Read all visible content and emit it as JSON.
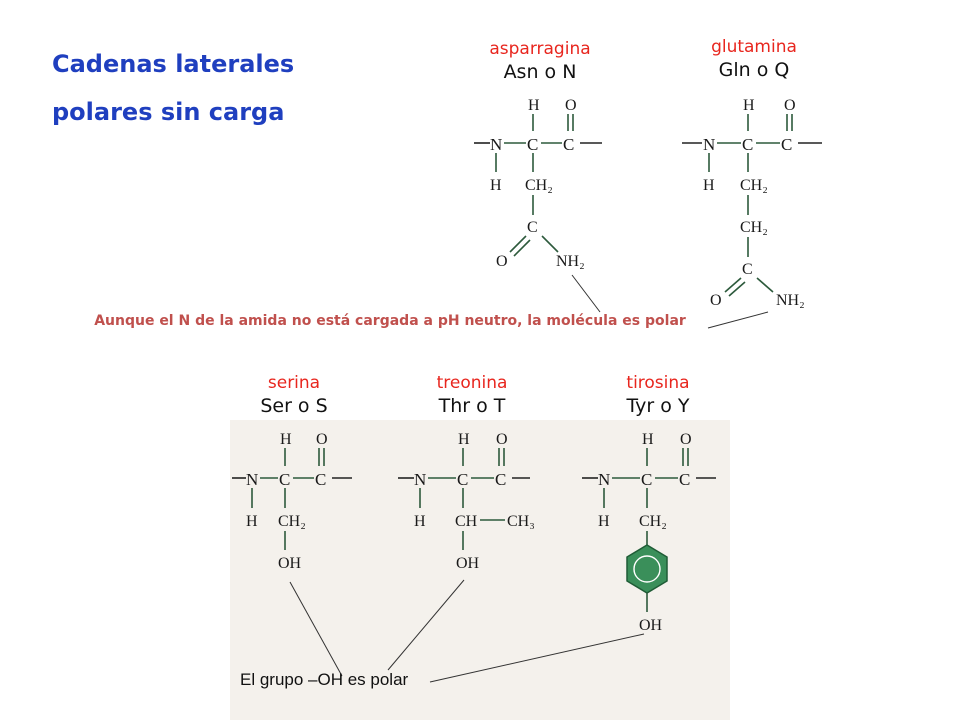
{
  "title": {
    "line1": "Cadenas laterales",
    "line2": "polares sin carga"
  },
  "amino_acids": {
    "asparagine": {
      "name": "asparragina",
      "code": "Asn o N"
    },
    "glutamine": {
      "name": "glutamina",
      "code": "Gln o Q"
    },
    "serine": {
      "name": "serina",
      "code": "Ser o S"
    },
    "threonine": {
      "name": "treonina",
      "code": "Thr o T"
    },
    "tyrosine": {
      "name": "tirosina",
      "code": "Tyr o Y"
    }
  },
  "amide_note": "Aunque el N de la amida no está cargada a pH neutro, la molécula es polar",
  "oh_note": "El grupo –OH es polar",
  "atoms": {
    "H": "H",
    "O": "O",
    "N": "N",
    "C": "C",
    "CH2": "CH₂",
    "NH2": "NH₂",
    "OH": "OH",
    "CH": "CH",
    "CH3": "CH₃"
  },
  "colors": {
    "title": "#1f3fbf",
    "name": "#e8261e",
    "note": "#c0504d",
    "ring": "#3a8f5a"
  }
}
